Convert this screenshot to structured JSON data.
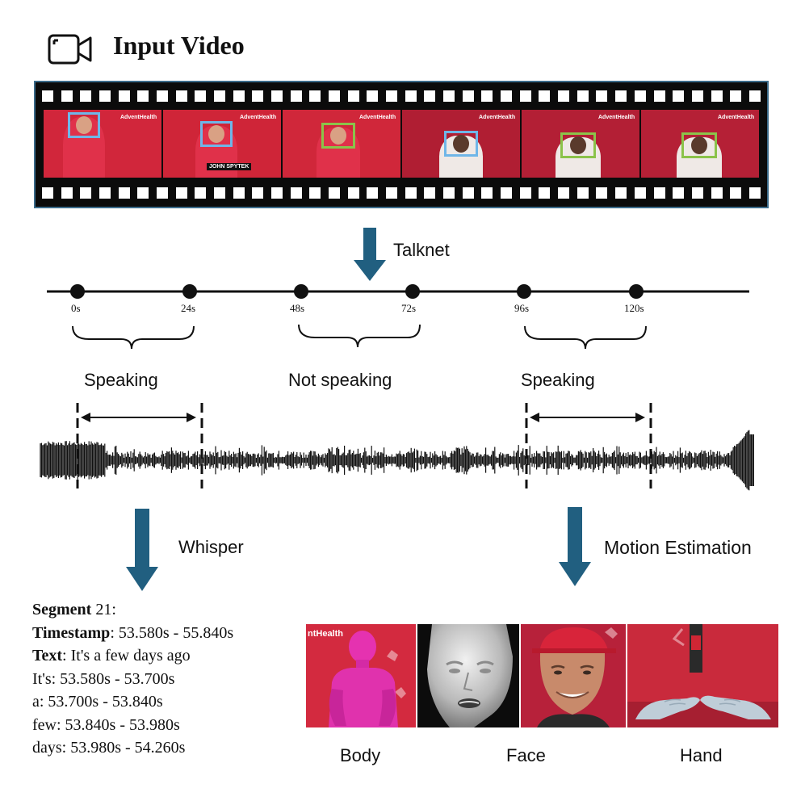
{
  "header": {
    "title": "Input Video",
    "icon": "video-camera-icon"
  },
  "film": {
    "frames": [
      {
        "bg": "#d1263b",
        "banner": "AdventHealth",
        "box_color": "#6fb6e8"
      },
      {
        "bg": "#cf2538",
        "banner": "AdventHealth",
        "caption": "JOHN SPYTEK",
        "box_color": "#6fb6e8"
      },
      {
        "bg": "#d0273a",
        "banner": "AdventHealth",
        "box_color": "#8bc34a"
      },
      {
        "bg": "#b01e33",
        "banner": "AdventHealth",
        "box_color": "#6fb6e8"
      },
      {
        "bg": "#b31f35",
        "banner": "AdventHealth",
        "box_color": "#8bc34a"
      },
      {
        "bg": "#b52036",
        "banner": "AdventHealth",
        "box_color": "#8bc34a"
      }
    ]
  },
  "steps": {
    "talknet": "Talknet",
    "whisper": "Whisper",
    "motion": "Motion Estimation",
    "arrow_color": "#215f80"
  },
  "timeline": {
    "ticks": [
      "0s",
      "24s",
      "48s",
      "72s",
      "96s",
      "120s"
    ],
    "segments": [
      {
        "label": "Speaking"
      },
      {
        "label": "Not speaking"
      },
      {
        "label": "Speaking"
      }
    ]
  },
  "transcript": {
    "segment_key": "Segment",
    "segment_value": " 21:",
    "timestamp_key": "Timestamp",
    "timestamp_value": ": 53.580s - 55.840s",
    "text_key": "Text",
    "text_value": ":  It's a few days ago",
    "words": [
      "It's: 53.580s - 53.700s",
      "a: 53.700s - 53.840s",
      "few: 53.840s - 53.980s",
      "days: 53.980s - 54.260s"
    ]
  },
  "outputs": {
    "body": "Body",
    "face": "Face",
    "hand": "Hand",
    "banner": "AdventHealth",
    "banner_short": "ntHealth"
  }
}
